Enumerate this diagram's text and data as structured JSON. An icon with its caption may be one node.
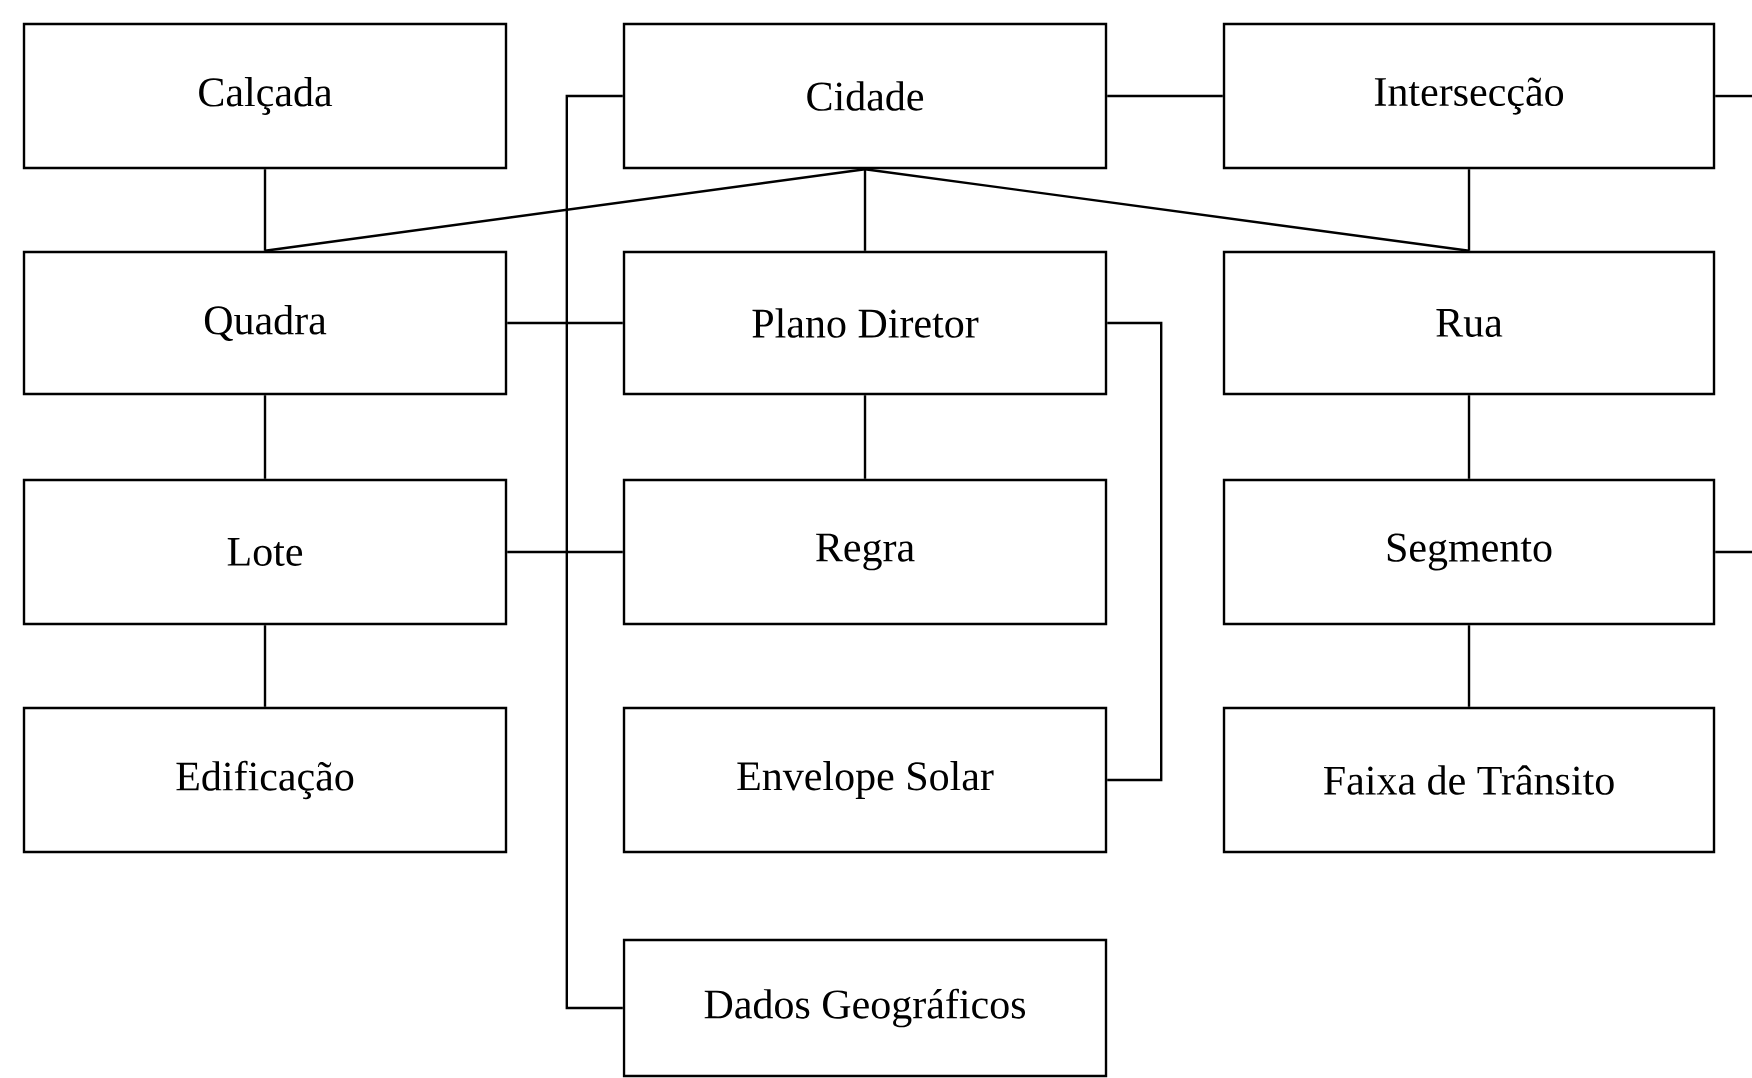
{
  "diagram": {
    "nodes": [
      {
        "text": [
          "Calçada"
        ]
      },
      {
        "text": [
          "Cidade"
        ]
      },
      {
        "text": [
          "Intersecção"
        ]
      },
      {
        "text": [
          "Quadra"
        ]
      },
      {
        "text": [
          "Plano Diretor"
        ]
      },
      {
        "text": [
          "Rua"
        ]
      },
      {
        "text": [
          "Lote"
        ]
      },
      {
        "text": [
          "Regra"
        ]
      },
      {
        "text": [
          "Segmento"
        ]
      },
      {
        "text": [
          "Edificação"
        ]
      },
      {
        "text": [
          "Envelope Solar"
        ]
      },
      {
        "text": [
          "Faixa de Trânsito"
        ]
      },
      {
        "text": [
          "Dados Geográficos"
        ]
      }
    ],
    "edges": [
      {
        "from": 0,
        "to": 3,
        "arrow": "none"
      },
      {
        "from": 1,
        "to": 2,
        "arrow": "none"
      },
      {
        "from": 1,
        "to": 3,
        "arrow": "none"
      },
      {
        "from": 1,
        "to": 4,
        "arrow": "none"
      },
      {
        "from": 1,
        "to": 5,
        "arrow": "none"
      },
      {
        "from": 1,
        "to": 12,
        "arrow": "none"
      },
      {
        "from": 2,
        "to": 5,
        "arrow": "none"
      },
      {
        "from": 2,
        "to": null,
        "arrow": "none"
      },
      {
        "from": 3,
        "to": 4,
        "arrow": "none"
      },
      {
        "from": 3,
        "to": 6,
        "arrow": "none"
      },
      {
        "from": 4,
        "to": 7,
        "arrow": "none"
      },
      {
        "from": 4,
        "to": 10,
        "arrow": "none"
      },
      {
        "from": 5,
        "to": 8,
        "arrow": "none"
      },
      {
        "from": 6,
        "to": 7,
        "arrow": "none"
      },
      {
        "from": 6,
        "to": 9,
        "arrow": "none"
      },
      {
        "from": 8,
        "to": null,
        "arrow": "none"
      },
      {
        "from": 8,
        "to": 11,
        "arrow": "none"
      }
    ]
  }
}
